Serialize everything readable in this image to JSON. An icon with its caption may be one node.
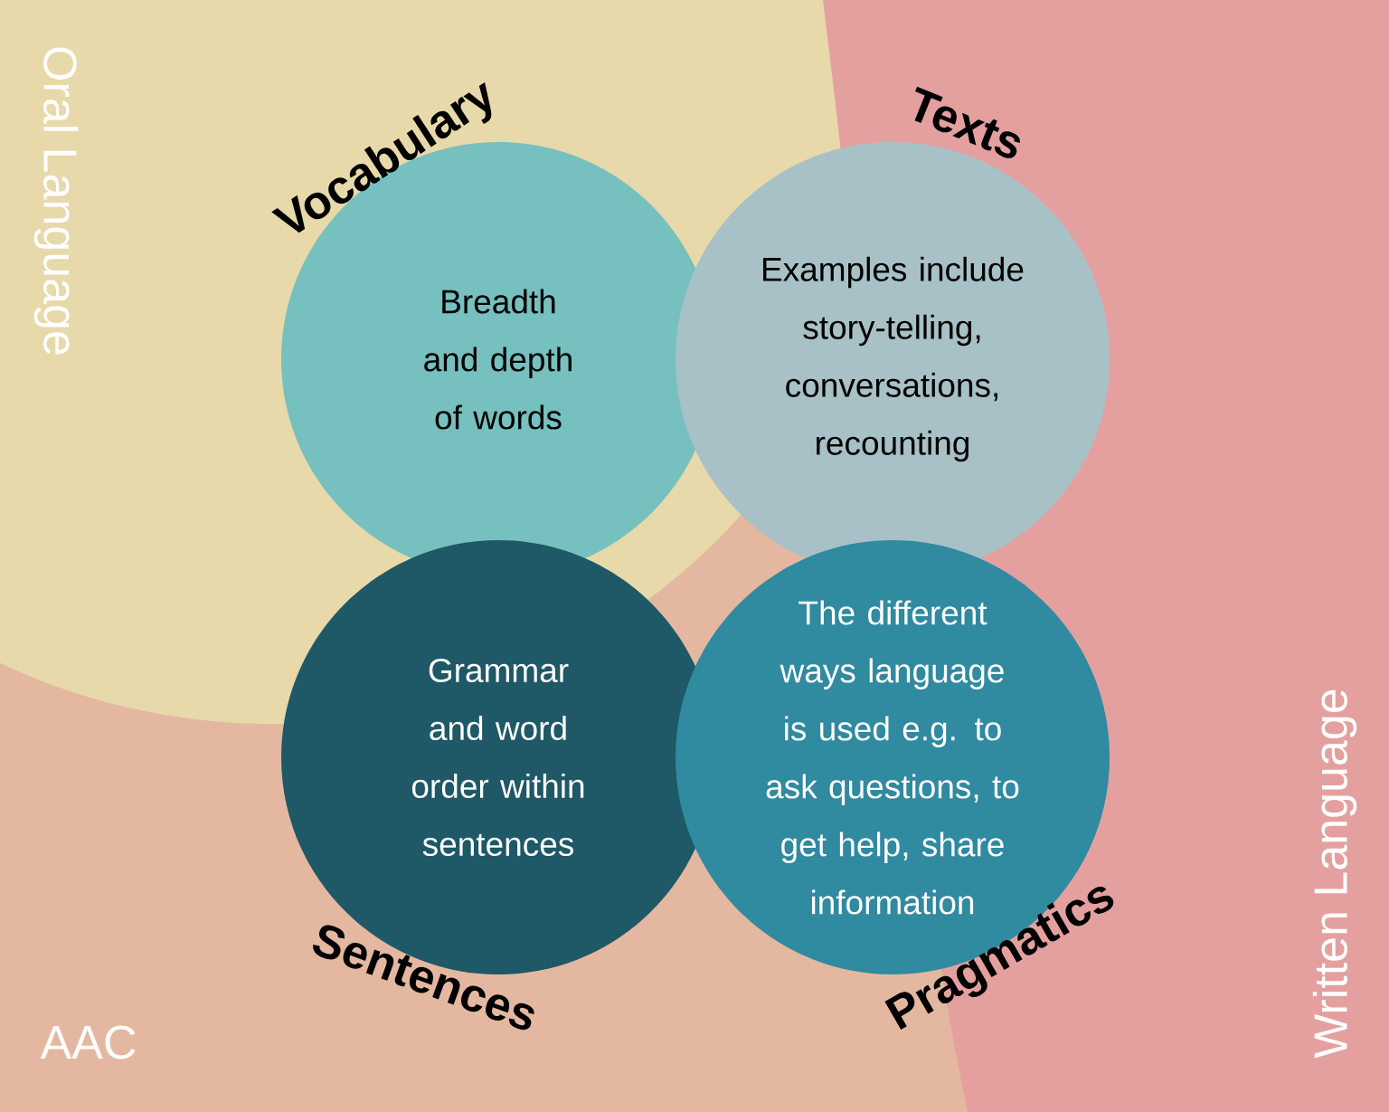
{
  "diagram": {
    "nodes": [
      {
        "text": [
          "Vocabulary",
          "Breadth and depth of words"
        ]
      },
      {
        "text": [
          "Texts",
          "Examples include story-telling, conversations, recounting"
        ]
      },
      {
        "text": [
          "Sentences",
          "Grammar and word order within sentences"
        ]
      },
      {
        "text": [
          "Pragmatics",
          "The different ways language is used e.g. to ask questions, to get help, share information"
        ]
      }
    ],
    "labels": [
      "Oral Language",
      "Written Language",
      "AAC"
    ]
  }
}
